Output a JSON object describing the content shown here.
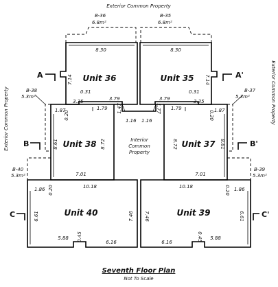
{
  "header": {
    "exterior_top": "Exterior Common Property"
  },
  "side_labels": {
    "left": "Exterior Common Property",
    "right": "Exterior Common Property"
  },
  "balconies": {
    "b36": {
      "label": "B-36",
      "area": "6.8m²"
    },
    "b35": {
      "label": "B-35",
      "area": "6.8m²"
    },
    "b38": {
      "label": "B-38",
      "area": "5.3m²"
    },
    "b37": {
      "label": "B-37",
      "area": "5.3m²"
    },
    "b40": {
      "label": "B-40",
      "area": "5.3m²"
    },
    "b39": {
      "label": "B-39",
      "area": "5.3m²"
    }
  },
  "units": {
    "u36": {
      "name": "Unit 36",
      "top": "8.30",
      "side": "7.14",
      "d1": "0.31",
      "d2": "3.35",
      "d3": "3.79"
    },
    "u35": {
      "name": "Unit 35",
      "top": "8.30",
      "side": "7.14",
      "d1": "0.31",
      "d2": "3.35",
      "d3": "3.79"
    },
    "u38": {
      "name": "Unit 38",
      "top": "1.87",
      "top2": "1.79",
      "side": "8.61",
      "inner": "0.20",
      "side2": "8.72",
      "bottom": "7.01"
    },
    "u37": {
      "name": "Unit 37",
      "top": "1.87",
      "top2": "1.79",
      "side": "8.61",
      "inner": "0.20",
      "side2": "8.72",
      "bottom": "7.01"
    },
    "u40": {
      "name": "Unit 40",
      "top": "10.18",
      "corner": "1.86",
      "inner": "0.20",
      "side": "6.61",
      "side2": "7.46",
      "b1": "5.88",
      "b2": "0.45",
      "b3": "6.16"
    },
    "u39": {
      "name": "Unit 39",
      "top": "10.18",
      "corner": "1.86",
      "inner": "0.20",
      "side": "6.61",
      "side2": "7.46",
      "b1": "5.88",
      "b2": "0.45",
      "b3": "6.16"
    }
  },
  "common": {
    "label_line1": "Interior",
    "label_line2": "Common",
    "label_line3": "Property",
    "d_left": "1.47",
    "d_right": "1.77",
    "w_left": "1.16",
    "w_right": "1.16"
  },
  "sections": {
    "a": "A",
    "a_prime": "A'",
    "b": "B",
    "b_prime": "B'",
    "c": "C",
    "c_prime": "C'"
  },
  "footer": {
    "title": "Seventh Floor Plan",
    "subtitle": "Not To Scale"
  }
}
